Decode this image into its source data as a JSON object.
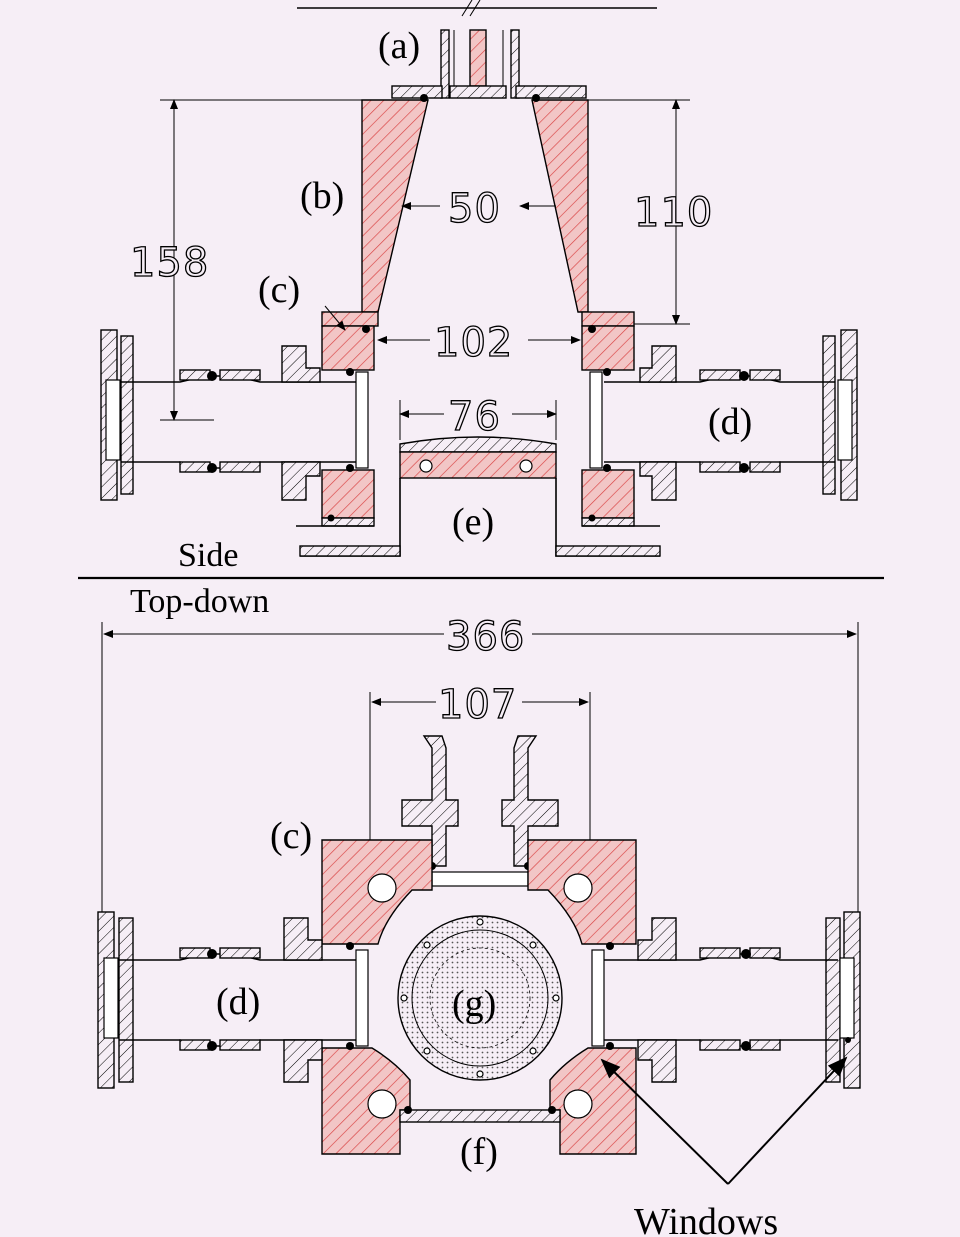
{
  "labels": {
    "a": "(a)",
    "b": "(b)",
    "c_side": "(c)",
    "d_side": "(d)",
    "e": "(e)",
    "c_top": "(c)",
    "d_top": "(d)",
    "f": "(f)",
    "g": "(g)",
    "windows": "Windows"
  },
  "section_titles": {
    "side": "Side",
    "top_down": "Top-down"
  },
  "dimensions": {
    "d50": "50",
    "d110": "110",
    "d158": "158",
    "d102": "102",
    "d76": "76",
    "d366": "366",
    "d107": "107"
  },
  "colors": {
    "background": "#f6eef6",
    "hatched_part": "#f2c6c6",
    "hatch_stroke": "#d94040",
    "outline": "#000000"
  }
}
